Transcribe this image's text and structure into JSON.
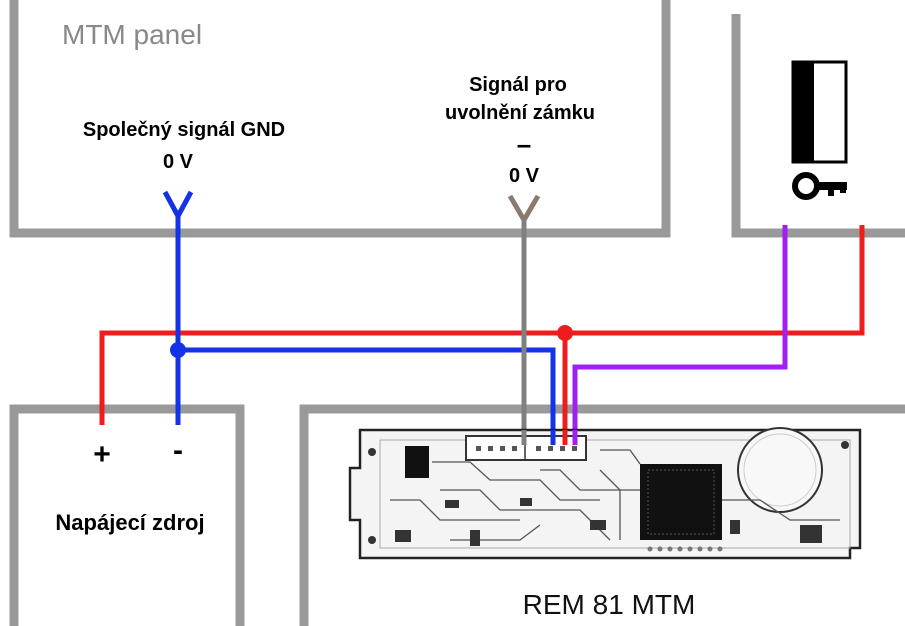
{
  "mtm_panel": {
    "title": "MTM panel",
    "gnd_label_line1": "Společný signál GND",
    "gnd_label_line2": "0 V",
    "lock_label_line1": "Signál pro",
    "lock_label_line2": "uvolnění zámku",
    "lock_label_minus": "–",
    "lock_label_line3": "0 V"
  },
  "power_supply": {
    "title": "Napájecí zdroj",
    "plus": "+",
    "minus": "-"
  },
  "module": {
    "title": "REM 81 MTM"
  },
  "lock": {
    "icon": "door-lock-key-icon"
  },
  "wire_colors": {
    "power_positive": "#ee1c1c",
    "ground": "#1432e6",
    "lock_signal": "#808080",
    "lock_output": "#a020f0",
    "box_outline": "#999999"
  }
}
